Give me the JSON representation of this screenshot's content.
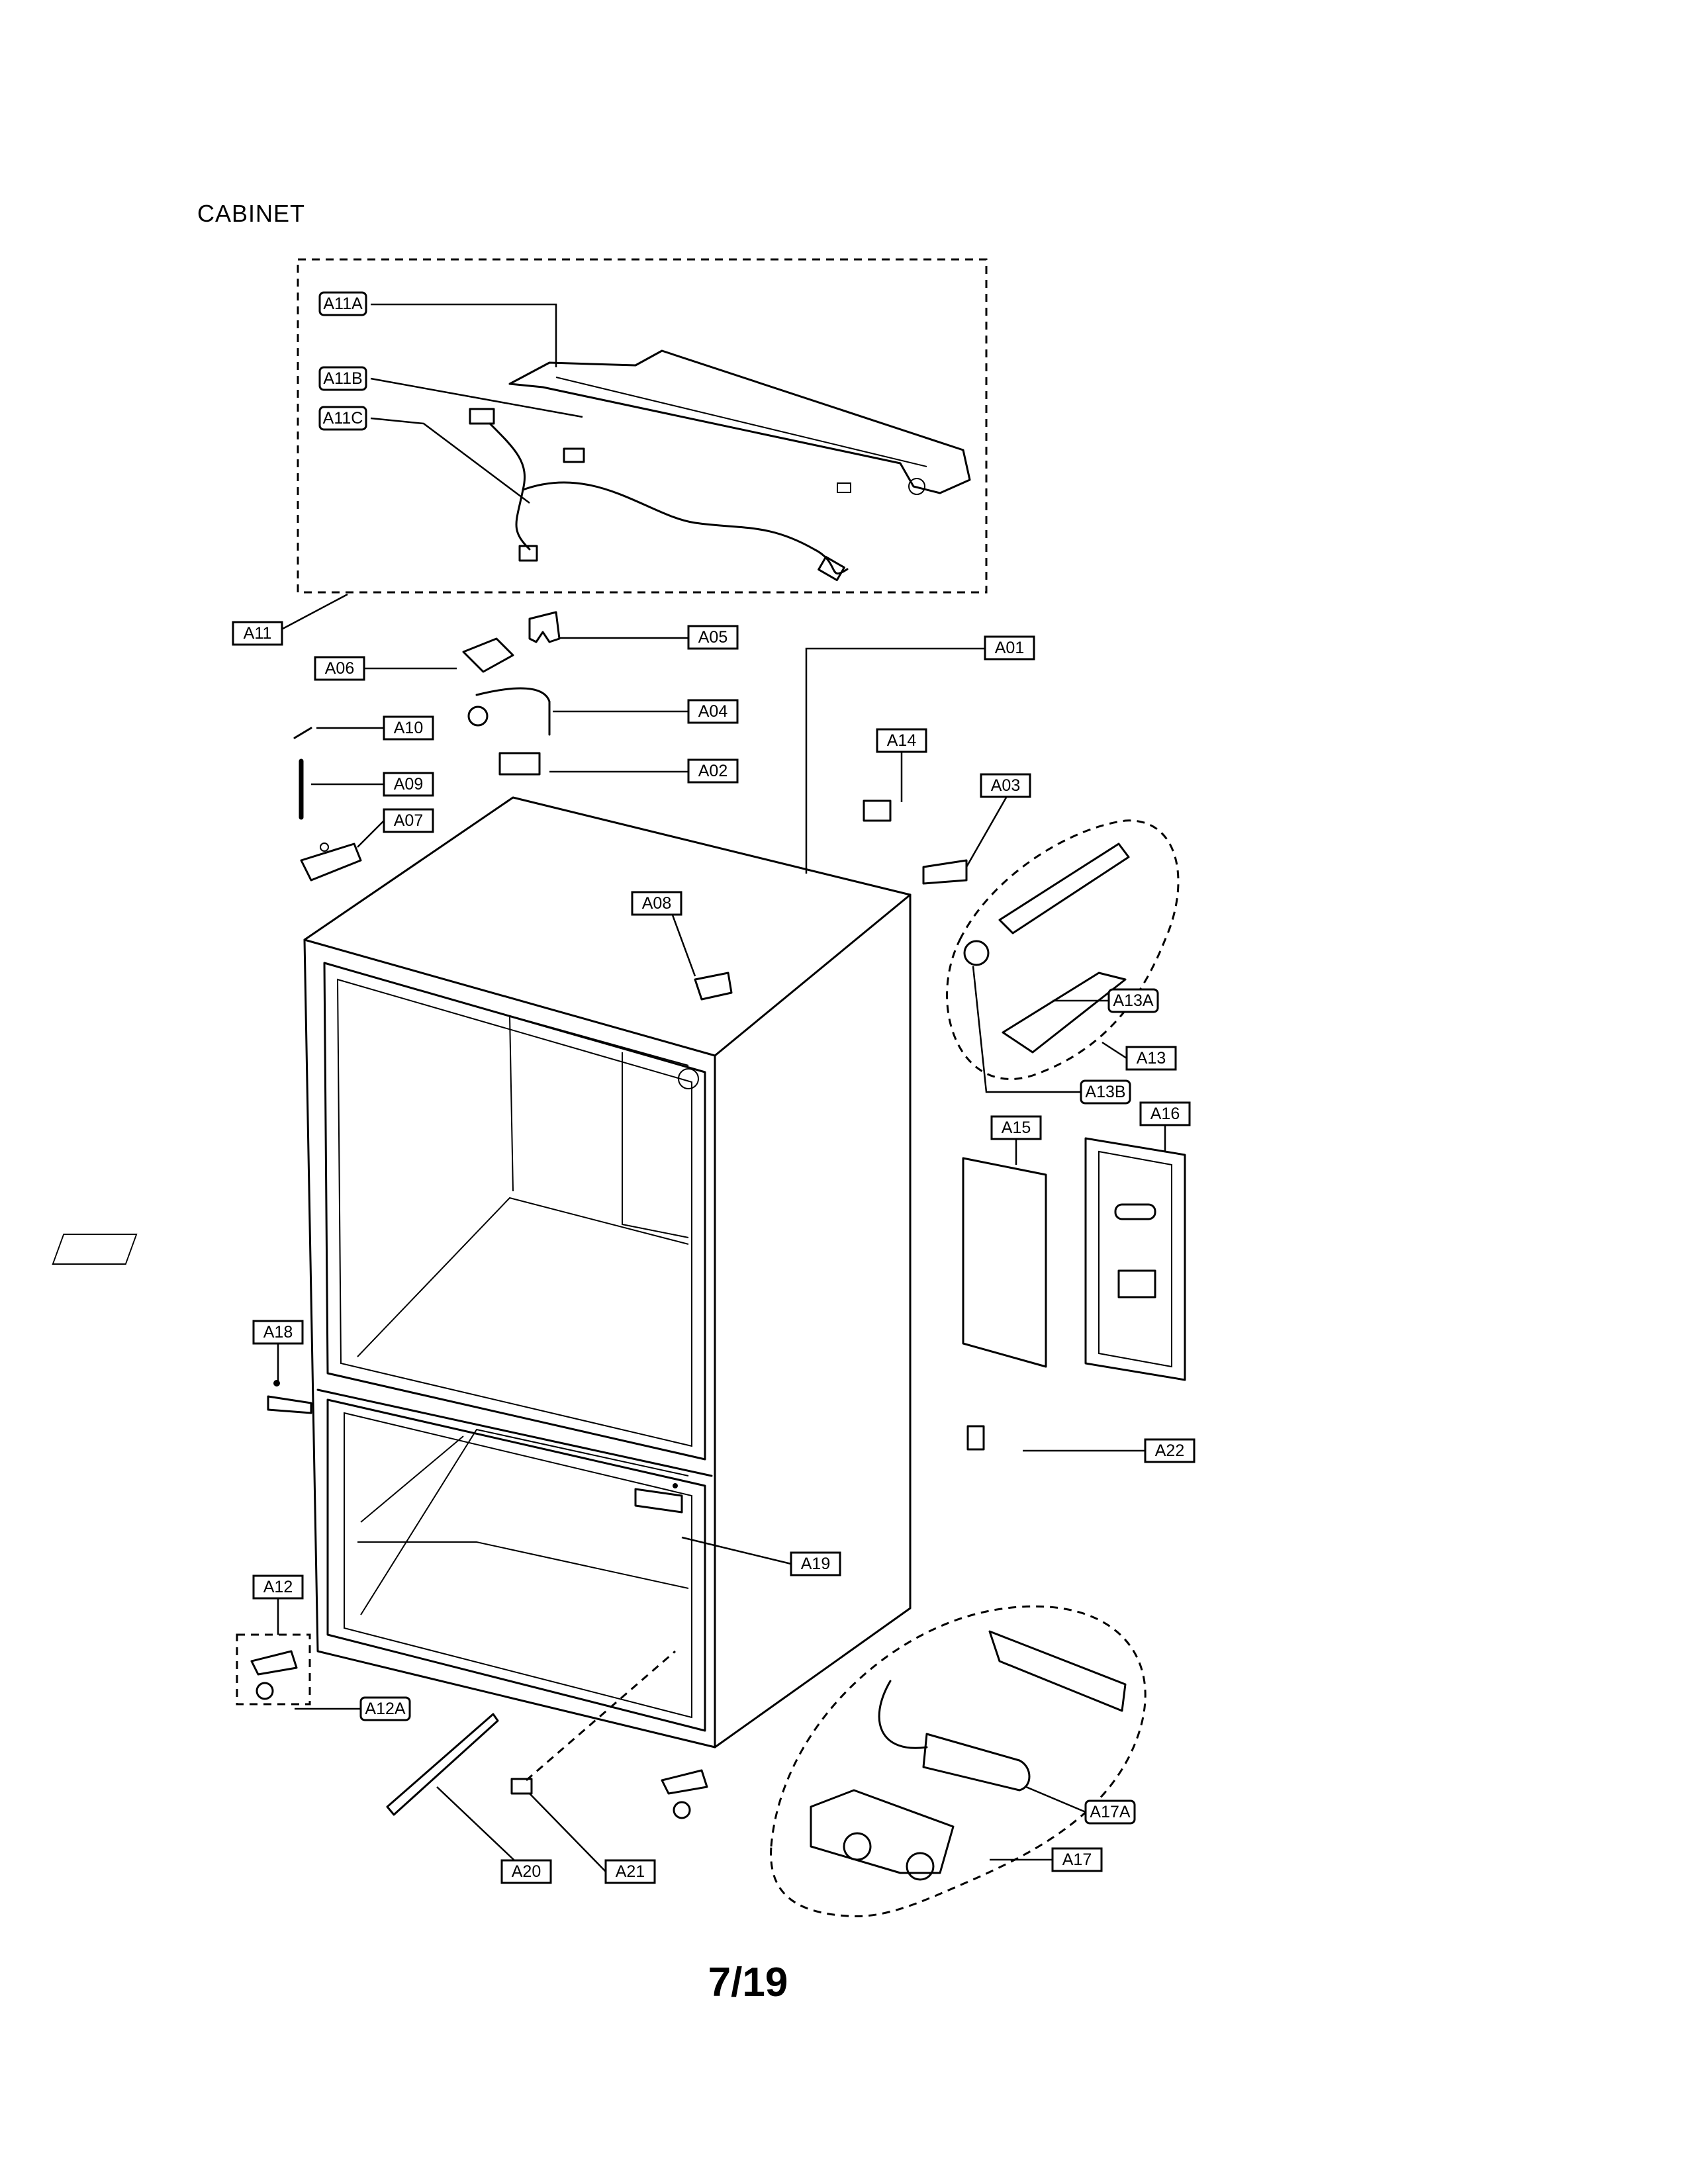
{
  "section_title": "CABINET",
  "page_number": "7/19",
  "callouts": {
    "A11A": "A11A",
    "A11B": "A11B",
    "A11C": "A11C",
    "A11": "A11",
    "A05": "A05",
    "A06": "A06",
    "A01": "A01",
    "A04": "A04",
    "A10": "A10",
    "A02": "A02",
    "A14": "A14",
    "A09": "A09",
    "A03": "A03",
    "A07": "A07",
    "A08": "A08",
    "A13A": "A13A",
    "A13": "A13",
    "A13B": "A13B",
    "A15": "A15",
    "A16": "A16",
    "A18": "A18",
    "A22": "A22",
    "A19": "A19",
    "A12": "A12",
    "A12A": "A12A",
    "A17A": "A17A",
    "A20": "A20",
    "A21": "A21",
    "A17": "A17"
  }
}
